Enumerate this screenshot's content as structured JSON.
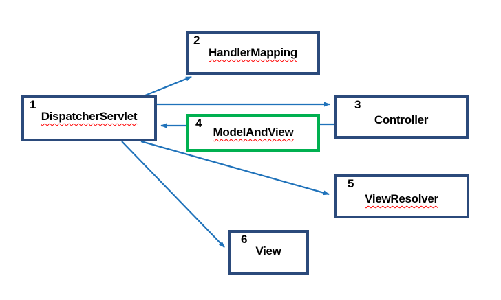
{
  "diagram": {
    "boxes": [
      {
        "number": "1",
        "label": "DispatcherServlet",
        "highlighted": false,
        "spellcheck_underline": true
      },
      {
        "number": "2",
        "label": "HandlerMapping",
        "highlighted": false,
        "spellcheck_underline": true
      },
      {
        "number": "3",
        "label": "Controller",
        "highlighted": false,
        "spellcheck_underline": false
      },
      {
        "number": "4",
        "label": "ModelAndView",
        "highlighted": true,
        "spellcheck_underline": true
      },
      {
        "number": "5",
        "label": "ViewResolver",
        "highlighted": false,
        "spellcheck_underline": true
      },
      {
        "number": "6",
        "label": "View",
        "highlighted": false,
        "spellcheck_underline": false
      }
    ],
    "connections": [
      {
        "from": "DispatcherServlet",
        "to": "HandlerMapping",
        "style": "arrow"
      },
      {
        "from": "DispatcherServlet",
        "to": "Controller",
        "style": "arrow"
      },
      {
        "from": "Controller",
        "to": "ModelAndView",
        "style": "line"
      },
      {
        "from": "ModelAndView",
        "to": "DispatcherServlet",
        "style": "arrow"
      },
      {
        "from": "DispatcherServlet",
        "to": "ViewResolver",
        "style": "arrow"
      },
      {
        "from": "DispatcherServlet",
        "to": "View",
        "style": "arrow"
      }
    ],
    "colors": {
      "box_border": "#2b4a7b",
      "highlight_border": "#00b050",
      "arrow": "#1f72ba",
      "spellcheck_underline": "#ff0000",
      "text": "#000000",
      "background": "#ffffff"
    }
  }
}
